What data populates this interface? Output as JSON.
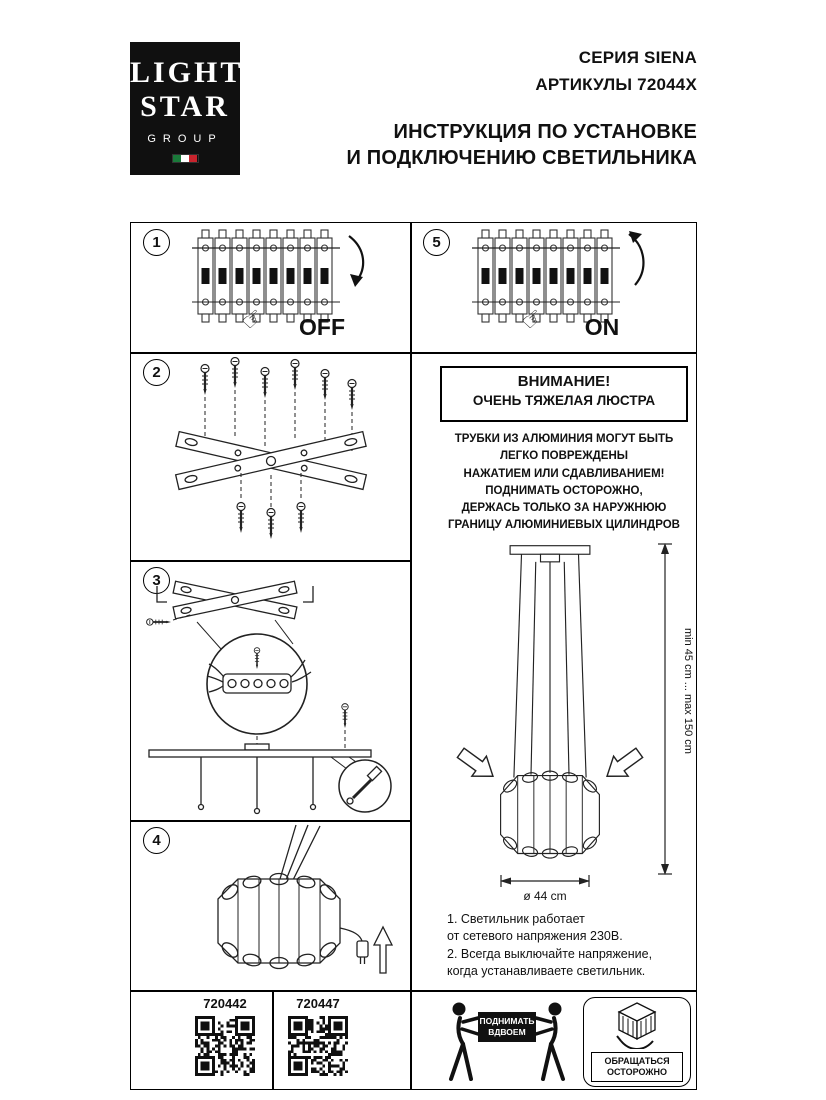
{
  "logo": {
    "line1": "LIGHT",
    "line2": "STAR",
    "group": "GROUP"
  },
  "header": {
    "series": "СЕРИЯ SIENA",
    "articles": "АРТИКУЛЫ 72044X",
    "title_line1": "ИНСТРУКЦИЯ ПО УСТАНОВКЕ",
    "title_line2": "И ПОДКЛЮЧЕНИЮ СВЕТИЛЬНИКА"
  },
  "steps": {
    "s1": {
      "num": "1",
      "state_label": "OFF"
    },
    "s2": {
      "num": "2"
    },
    "s3": {
      "num": "3"
    },
    "s4": {
      "num": "4"
    },
    "s5": {
      "num": "5",
      "state_label": "ON"
    }
  },
  "warning": {
    "title": "ВНИМАНИЕ!",
    "subtitle": "ОЧЕНЬ ТЯЖЕЛАЯ ЛЮСТРА",
    "body": "ТРУБКИ ИЗ АЛЮМИНИЯ МОГУТ БЫТЬ\nЛЕГКО ПОВРЕЖДЕНЫ\nНАЖАТИЕМ ИЛИ СДАВЛИВАНИЕМ!\nПОДНИМАТЬ ОСТОРОЖНО,\nДЕРЖАСЬ ТОЛЬКО ЗА НАРУЖНЮЮ\nГРАНИЦУ АЛЮМИНИЕВЫХ ЦИЛИНДРОВ"
  },
  "dimensions": {
    "height_range": "min 45 cm ... max 150 cm",
    "diameter": "ø 44 cm"
  },
  "notes": "1. Светильник работает\nот сетевого напряжения 230В.\n2. Всегда выключайте напряжение,\nкогда устанавливаете светильник.",
  "footer": {
    "article_left": "720442",
    "article_right": "720447",
    "lift_label": "ПОДНИМАТЬ\nВДВОЕМ",
    "handle_label": "ОБРАЩАТЬСЯ\nОСТОРОЖНО"
  }
}
